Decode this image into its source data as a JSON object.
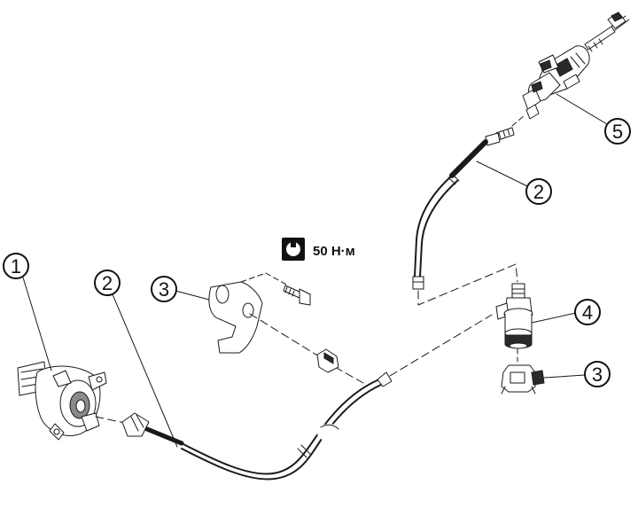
{
  "callouts": {
    "release_bearing": "1",
    "hose_lower": "2",
    "hose_upper": "2",
    "bracket_left": "3",
    "bracket_right": "3",
    "damper": "4",
    "master_cylinder": "5"
  },
  "torque": {
    "value_text": "50 Н·м",
    "icon": "torque-wrench-icon"
  }
}
